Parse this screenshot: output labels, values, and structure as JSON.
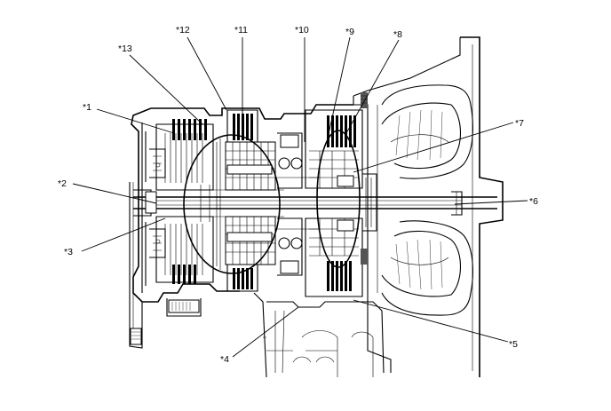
{
  "diagram": {
    "callouts": [
      {
        "id": "c1",
        "text": "*1"
      },
      {
        "id": "c2",
        "text": "*2"
      },
      {
        "id": "c3",
        "text": "*3"
      },
      {
        "id": "c4",
        "text": "*4"
      },
      {
        "id": "c5",
        "text": "*5"
      },
      {
        "id": "c6",
        "text": "*6"
      },
      {
        "id": "c7",
        "text": "*7"
      },
      {
        "id": "c8",
        "text": "*8"
      },
      {
        "id": "c9",
        "text": "*9"
      },
      {
        "id": "c10",
        "text": "*10"
      },
      {
        "id": "c11",
        "text": "*11"
      },
      {
        "id": "c12",
        "text": "*12"
      },
      {
        "id": "c13",
        "text": "*13"
      }
    ]
  }
}
